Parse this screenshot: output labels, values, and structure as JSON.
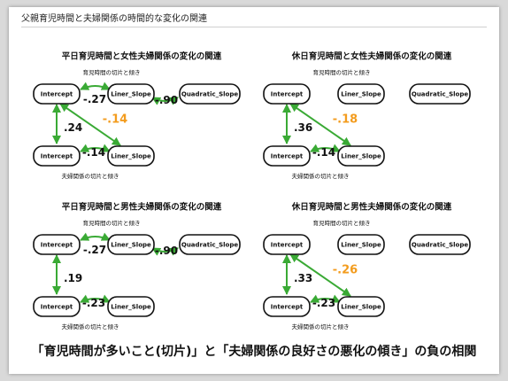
{
  "header": {
    "title": "父親育児時間と夫婦関係の時間的な変化の関連"
  },
  "colors": {
    "arrow": "#3aaa35",
    "highlight": "#f39c1e",
    "text": "#111111",
    "node_border": "#111111"
  },
  "panels": [
    {
      "title": "平日育児時間と女性夫婦関係の変化の関連",
      "top_label": "育児時間の切片と傾き",
      "bottom_label": "夫婦関係の切片と傾き",
      "nodes": {
        "top_intercept": "Intercept",
        "top_slope": "Liner_Slope",
        "top_quadratic": "Quadratic_Slope",
        "bottom_intercept": "Intercept",
        "bottom_slope": "Liner_Slope"
      },
      "coefficients": {
        "top_int_slope": "-.27",
        "top_slope_quad": "-.90",
        "vertical": ".24",
        "diagonal": "-.14",
        "bottom_int_slope": "-.14"
      }
    },
    {
      "title": "休日育児時間と女性夫婦関係の変化の関連",
      "top_label": "育児時間の切片と傾き",
      "bottom_label": "夫婦関係の切片と傾き",
      "nodes": {
        "top_intercept": "Intercept",
        "top_slope": "Liner_Slope",
        "top_quadratic": "Quadratic_Slope",
        "bottom_intercept": "Intercept",
        "bottom_slope": "Liner_Slope"
      },
      "coefficients": {
        "top_int_slope": "",
        "top_slope_quad": "",
        "vertical": ".36",
        "diagonal": "-.18",
        "bottom_int_slope": "-.14"
      }
    },
    {
      "title": "平日育児時間と男性夫婦関係の変化の関連",
      "top_label": "育児時間の切片と傾き",
      "bottom_label": "夫婦関係の切片と傾き",
      "nodes": {
        "top_intercept": "Intercept",
        "top_slope": "Liner_Slope",
        "top_quadratic": "Quadratic_Slope",
        "bottom_intercept": "Intercept",
        "bottom_slope": "Liner_Slope"
      },
      "coefficients": {
        "top_int_slope": "-.27",
        "top_slope_quad": "-.90",
        "vertical": ".19",
        "diagonal": "",
        "bottom_int_slope": "-.23"
      }
    },
    {
      "title": "休日育児時間と男性夫婦関係の変化の関連",
      "top_label": "育児時間の切片と傾き",
      "bottom_label": "夫婦関係の切片と傾き",
      "nodes": {
        "top_intercept": "Intercept",
        "top_slope": "Liner_Slope",
        "top_quadratic": "Quadratic_Slope",
        "bottom_intercept": "Intercept",
        "bottom_slope": "Liner_Slope"
      },
      "coefficients": {
        "top_int_slope": "",
        "top_slope_quad": "",
        "vertical": ".33",
        "diagonal": "-.26",
        "bottom_int_slope": "-.23"
      }
    }
  ],
  "conclusion": "「育児時間が多いこと(切片)」と「夫婦関係の良好さの悪化の傾き」の負の相関"
}
